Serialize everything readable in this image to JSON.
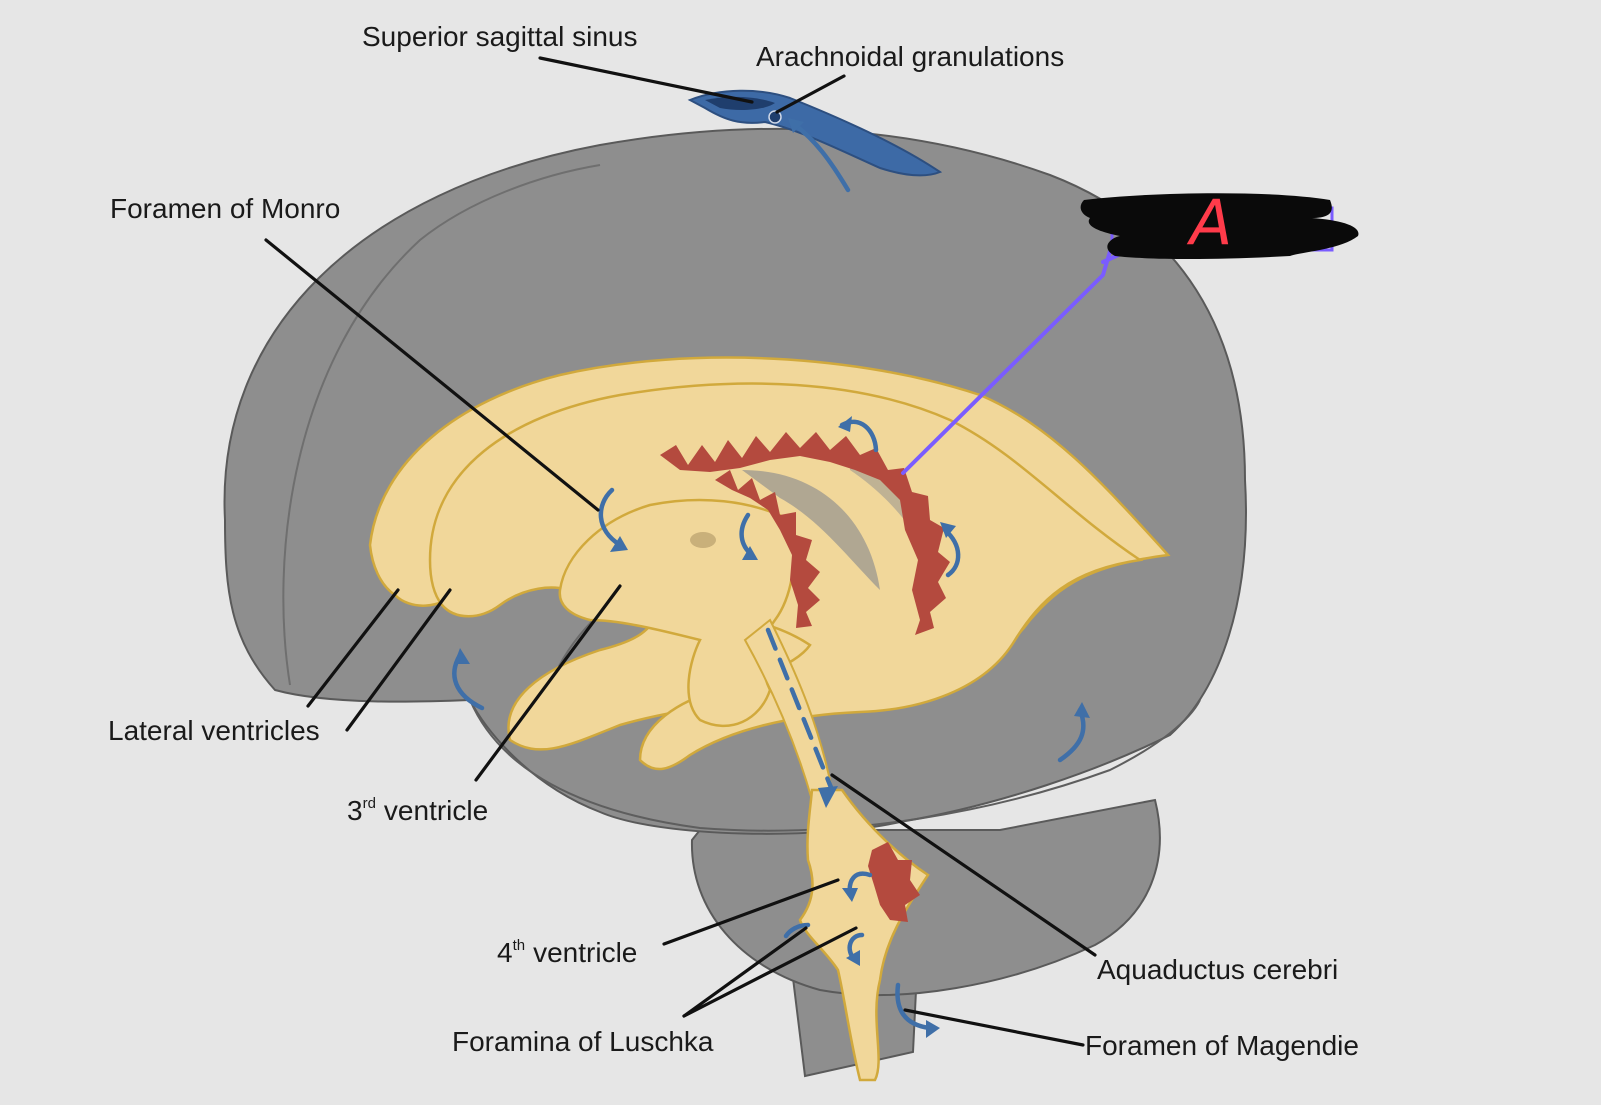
{
  "colors": {
    "background": "#e6e6e6",
    "brain": "#8e8e8e",
    "brain_outline": "#5a5a5a",
    "ventricle": "#f1d79a",
    "ventricle_outline": "#d1a93c",
    "choroid_plexus": "#b44a3e",
    "sinus": "#3d6aa6",
    "flow_arrow": "#3f6fa8",
    "redaction": "#0a0a0a",
    "marker": "#ff3b4a",
    "marker_leader": "#7a5cff"
  },
  "labels": {
    "superior_sagittal_sinus": "Superior sagittal sinus",
    "arachnoidal_granulations": "Arachnoidal granulations",
    "foramen_of_monro": "Foramen of Monro",
    "lateral_ventricles": "Lateral ventricles",
    "third_ventricle": {
      "number": "3",
      "suffix": "rd",
      "name": "ventricle"
    },
    "fourth_ventricle": {
      "number": "4",
      "suffix": "th",
      "name": "ventricle"
    },
    "foramina_of_luschka": "Foramina of Luschka",
    "aquaductus_cerebri": "Aquaductus cerebri",
    "foramen_of_magendie": "Foramen of Magendie"
  },
  "annotation": {
    "marker": "A",
    "redacted": true
  }
}
